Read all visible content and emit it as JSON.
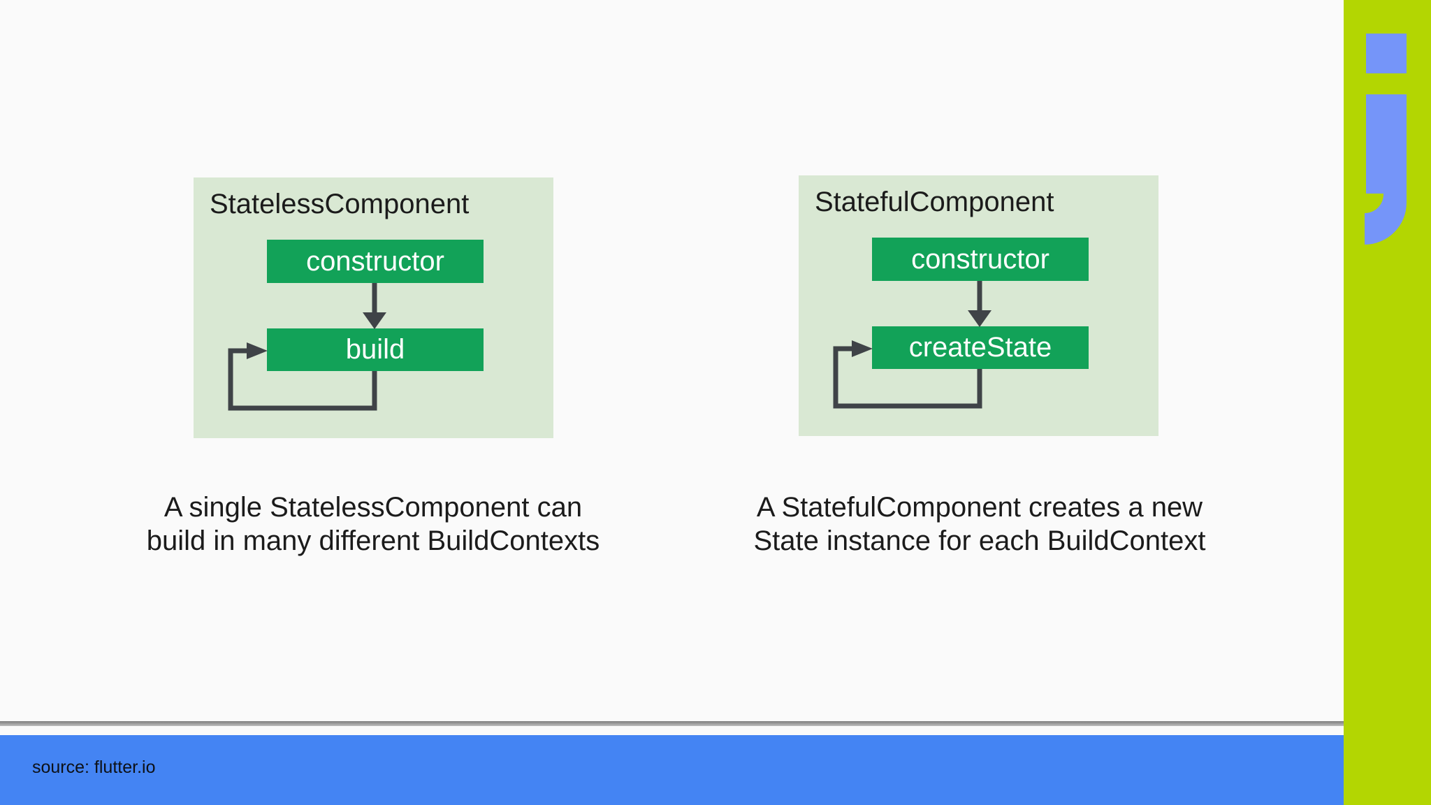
{
  "colors": {
    "page_bg": "#fafafa",
    "panel_bg": "#d9e8d3",
    "node_green": "#12a258",
    "arrow_gray": "#3f4347",
    "footer_blue": "#4484f3",
    "footer_text": "#0d1117",
    "sidebar_green": "#b3d602",
    "logo_blue": "#7595f9",
    "text_dark": "#1b1b1b",
    "separator_dark": "#7e7e7e",
    "separator_light": "#bcbcbc"
  },
  "diagrams": [
    {
      "title": "StatelessComponent",
      "node1": "constructor",
      "node2": "build",
      "caption_line1": "A single StatelessComponent can",
      "caption_line2": "build in many different BuildContexts"
    },
    {
      "title": "StatefulComponent",
      "node1": "constructor",
      "node2": "createState",
      "caption_line1": "A StatefulComponent creates a new",
      "caption_line2": "State instance for each BuildContext"
    }
  ],
  "footer": {
    "source": "source: flutter.io"
  },
  "sidebar": {
    "logo_icon": "j-semicolon-logo"
  }
}
